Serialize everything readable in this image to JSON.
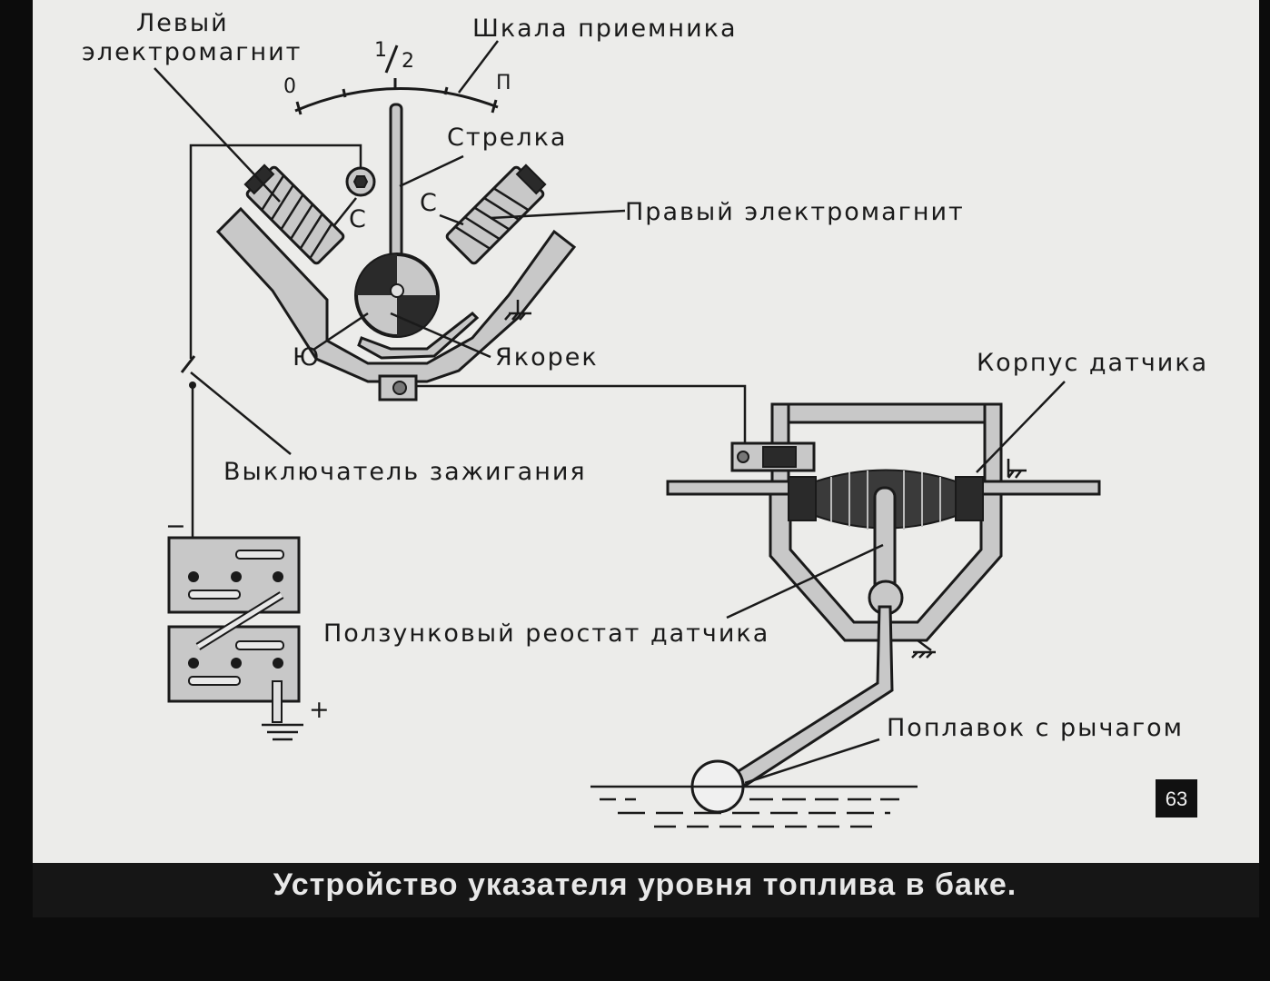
{
  "labels": {
    "left_magnet": [
      "Левый",
      "электромагнит"
    ],
    "scale": "Шкала приемника",
    "scale_marks": {
      "zero": "0",
      "half_num": "1",
      "half_den": "2",
      "full": "П"
    },
    "needle": "Стрелка",
    "right_magnet": "Правый электромагнит",
    "c_left": "С",
    "c_right": "С",
    "south": "Ю",
    "armature": "Якорек",
    "sensor_body": "Корпус датчика",
    "ignition_switch": "Выключатель зажигания",
    "rheostat": "Ползунковый реостат датчика",
    "float": "Поплавок с рычагом",
    "minus": "−",
    "plus": "+"
  },
  "slide_number": "63",
  "caption": "Устройство указателя уровня топлива в баке."
}
